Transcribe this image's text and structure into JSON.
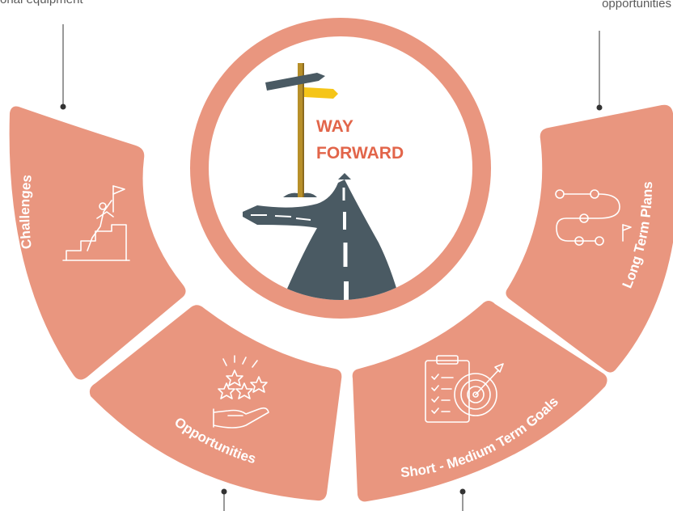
{
  "center": {
    "title_line1": "WAY",
    "title_line2": "FORWARD"
  },
  "segments": [
    {
      "label": "Challenges",
      "icon": "mountain-flag-icon"
    },
    {
      "label": "Opportunities",
      "icon": "hand-stars-icon"
    },
    {
      "label": "Short - Medium Term Goals",
      "icon": "clipboard-target-icon"
    },
    {
      "label": "Long Term Plans",
      "icon": "route-flag-icon"
    }
  ],
  "callouts": {
    "top_left": "onal equipment",
    "top_right": "opportunities"
  },
  "colors": {
    "segment": "#e9967f",
    "ring": "#e9967f",
    "title": "#e2654a",
    "road": "#4a5a63",
    "sign_dark": "#4a5a63",
    "sign_yellow": "#f5c518",
    "pole": "#b8902a"
  }
}
